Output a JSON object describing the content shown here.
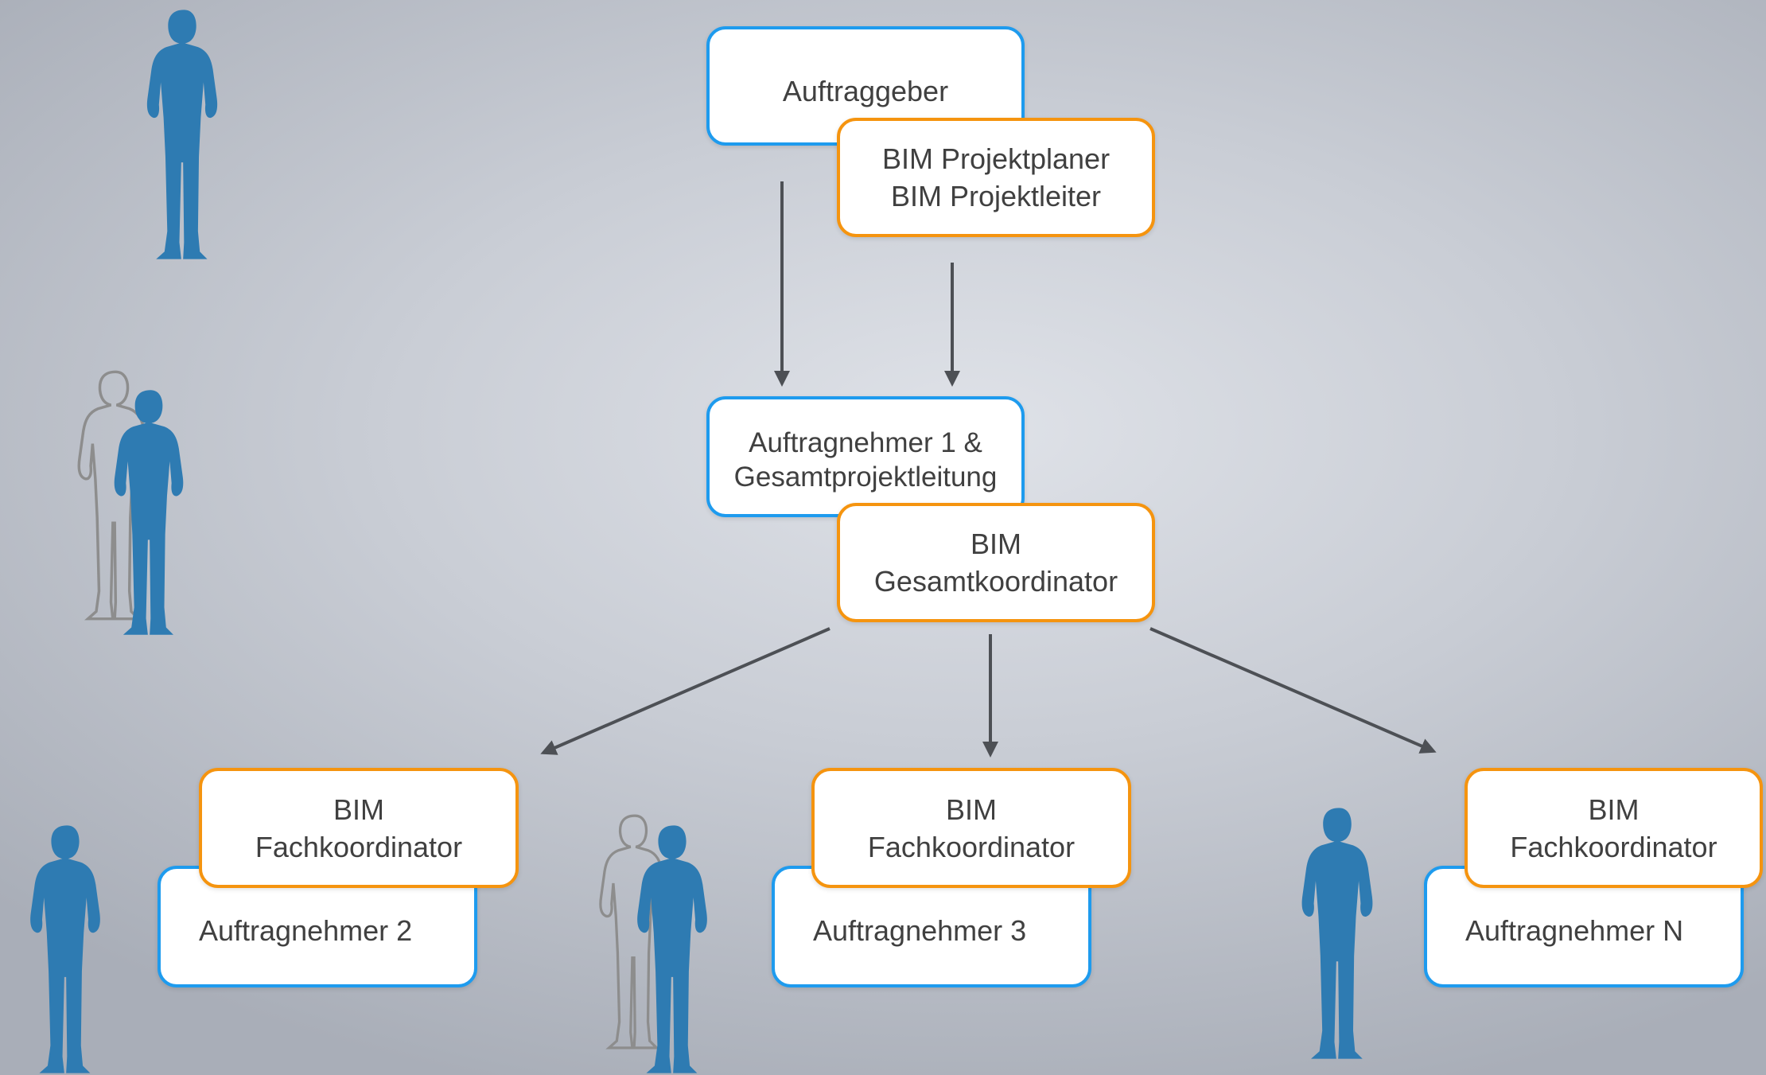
{
  "colors": {
    "person": "#2e7bb2",
    "person_outline": "#8d8d8d",
    "connector": "#4d5055",
    "client_border": "#1e9bee",
    "bim_border": "#f5940f"
  },
  "icons": [
    "person-silhouette-icon",
    "person-outline-silhouette-icon"
  ],
  "client": {
    "label": "Auftraggeber"
  },
  "client_bim": {
    "lines": [
      "BIM Projektplaner",
      "BIM Projektleiter"
    ]
  },
  "lead_contractor": {
    "lines": [
      "Auftragnehmer 1 &",
      "Gesamtprojektleitung"
    ]
  },
  "lead_bim": {
    "lines": [
      "BIM",
      "Gesamtkoordinator"
    ]
  },
  "contractors": [
    {
      "label": "Auftragnehmer 2",
      "bim_lines": [
        "BIM",
        "Fachkoordinator"
      ]
    },
    {
      "label": "Auftragnehmer 3",
      "bim_lines": [
        "BIM",
        "Fachkoordinator"
      ]
    },
    {
      "label": "Auftragnehmer N",
      "bim_lines": [
        "BIM",
        "Fachkoordinator"
      ]
    }
  ]
}
